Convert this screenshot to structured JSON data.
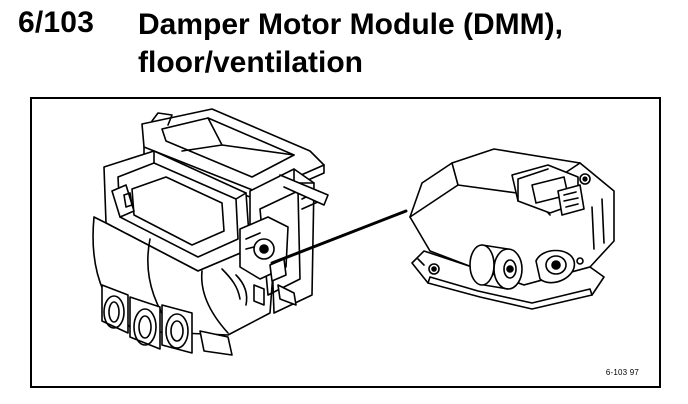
{
  "heading": {
    "number": "6/103",
    "title_line1": "Damper Motor Module (DMM),",
    "title_line2": "floor/ventilation"
  },
  "figure": {
    "id_label": "6-103  97",
    "icons": [
      "hvac-housing-drawing",
      "damper-motor-module-drawing",
      "leader-line"
    ]
  }
}
